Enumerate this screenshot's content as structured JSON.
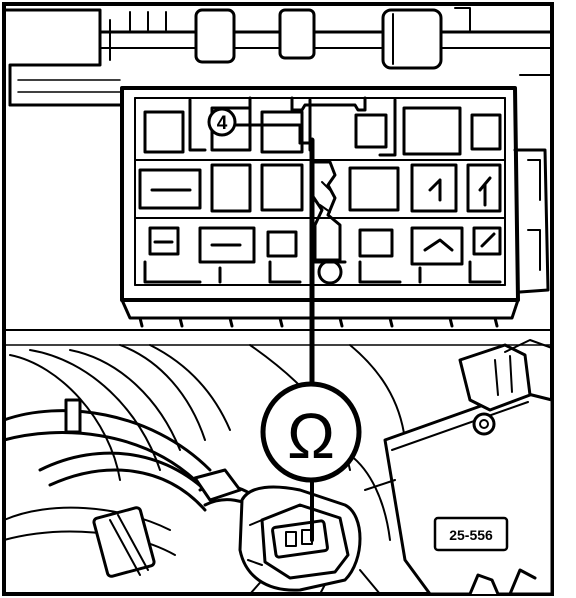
{
  "diagram": {
    "callout_number": "4",
    "symbol_text": "Ω",
    "figure_ref": "25-556",
    "colors": {
      "line": "#000000",
      "background": "#ffffff"
    }
  }
}
